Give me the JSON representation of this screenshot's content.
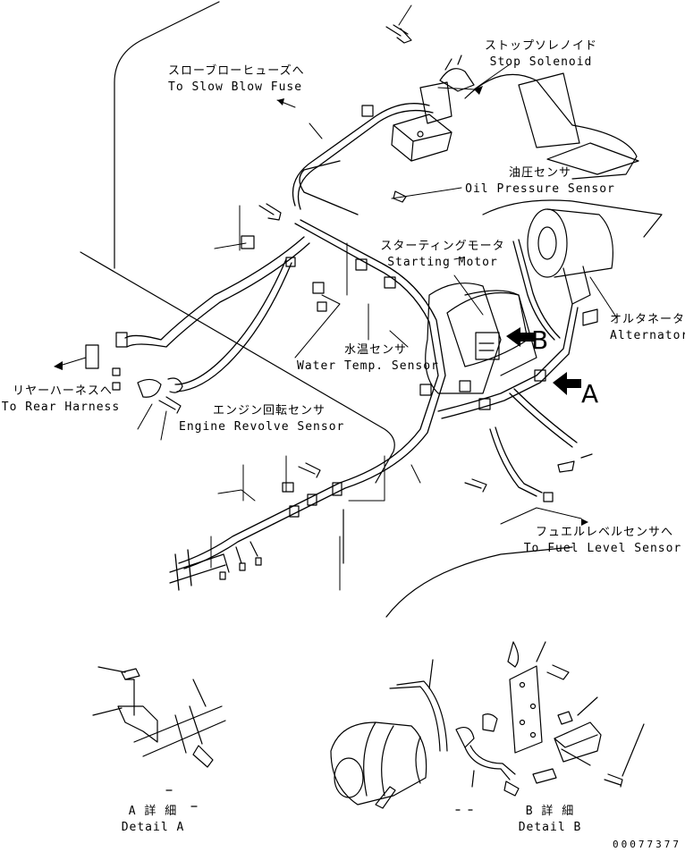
{
  "callouts": {
    "stop_solenoid": {
      "ja": "ストップソレノイド",
      "en": "Stop Solenoid"
    },
    "slow_blow_fuse": {
      "ja": "スローブローヒューズへ",
      "en": "To Slow Blow Fuse"
    },
    "oil_pressure_sensor": {
      "ja": "油圧センサ",
      "en": "Oil Pressure Sensor"
    },
    "starting_motor": {
      "ja": "スターティングモータ",
      "en": "Starting Motor"
    },
    "alternator": {
      "ja": "オルタネータ",
      "en": "Alternator"
    },
    "water_temp_sensor": {
      "ja": "水温センサ",
      "en": "Water Temp. Sensor"
    },
    "rear_harness": {
      "ja": "リヤーハーネスへ",
      "en": "To Rear Harness"
    },
    "engine_revolve_sensor": {
      "ja": "エンジン回転センサ",
      "en": "Engine Revolve Sensor"
    },
    "fuel_level_sensor": {
      "ja": "フュエルレベルセンサへ",
      "en": "To Fuel Level Sensor"
    }
  },
  "view_markers": {
    "a": "A",
    "b": "B"
  },
  "details": {
    "a": {
      "ja": "A 詳 細",
      "en": "Detail A"
    },
    "b": {
      "ja": "B 詳 細",
      "en": "Detail B"
    }
  },
  "part_number": "00077377"
}
